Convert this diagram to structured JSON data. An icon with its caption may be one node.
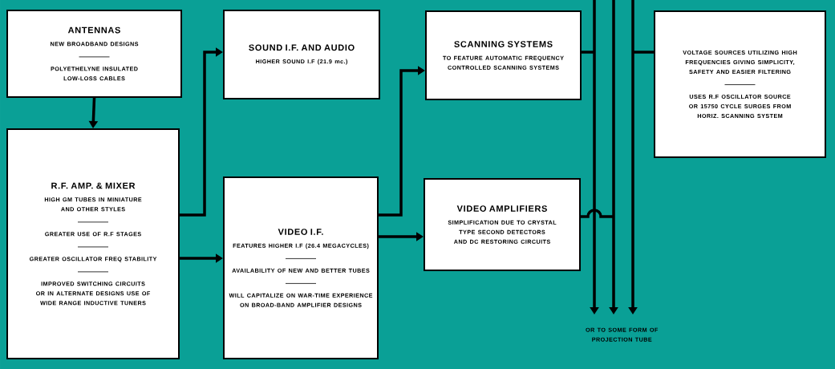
{
  "diagram": {
    "nodes": [
      {
        "text": [
          "ANTENNAS",
          "NEW BROADBAND DESIGNS",
          "POLYETHELYNE INSULATED LOW-LOSS CABLES"
        ]
      },
      {
        "text": [
          "R.F. AMP. & MIXER",
          "HIGH GM TUBES IN MINIATURE AND OTHER STYLES",
          "GREATER USE OF R.F STAGES",
          "GREATER OSCILLATOR FREQ STABILITY",
          "IMPROVED SWITCHING CIRCUITS OR IN ALTERNATE DESIGNS USE OF WIDE RANGE INDUCTIVE TUNERS"
        ]
      },
      {
        "text": [
          "SOUND I.F. AND AUDIO",
          "HIGHER SOUND I.F (21.9 mc.)"
        ]
      },
      {
        "text": [
          "VIDEO I.F.",
          "FEATURES HIGHER I.F (26.4 MEGACYCLES)",
          "AVAILABILITY OF NEW AND BETTER TUBES",
          "WILL CAPITALIZE ON WAR-TIME EXPERIENCE ON BROAD-BAND AMPLIFIER DESIGNS"
        ]
      },
      {
        "text": [
          "SCANNING SYSTEMS",
          "TO FEATURE AUTOMATIC FREQUENCY CONTROLLED SCANNING SYSTEMS"
        ]
      },
      {
        "text": [
          "VIDEO AMPLIFIERS",
          "SIMPLIFICATION DUE TO CRYSTAL TYPE SECOND DETECTORS AND DC RESTORING CIRCUITS"
        ]
      },
      {
        "text": [
          "VOLTAGE SOURCES UTILIZING HIGH FREQUENCIES GIVING SIMPLICITY, SAFETY AND EASIER FILTERING",
          "USES R.F OSCILLATOR SOURCE OR 15750 CYCLE SURGES FROM HORIZ. SCANNING SYSTEM"
        ]
      },
      {
        "text": [
          "OR TO SOME FORM OF PROJECTION TUBE"
        ]
      }
    ],
    "edges": [
      {
        "from": 0,
        "to": 1,
        "arrow": "to"
      },
      {
        "from": 1,
        "to": 2,
        "arrow": "to"
      },
      {
        "from": 1,
        "to": 3,
        "arrow": "to"
      },
      {
        "from": 3,
        "to": 4,
        "arrow": "to"
      },
      {
        "from": 3,
        "to": 5,
        "arrow": "to"
      },
      {
        "from": 4,
        "to": 7,
        "arrow": "to"
      },
      {
        "from": 5,
        "to": 7,
        "arrow": "to"
      },
      {
        "from": 6,
        "to": 7,
        "arrow": "to"
      }
    ]
  }
}
